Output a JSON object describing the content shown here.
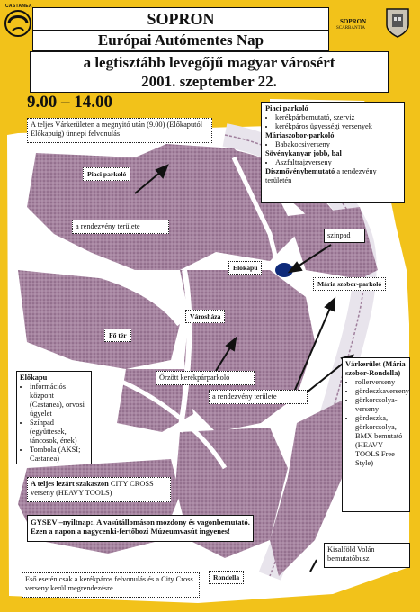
{
  "header": {
    "city": "SOPRON",
    "event": "Európai Autómentes Nap",
    "subtitle_line1": "a legtisztább levegőjű magyar városért",
    "subtitle_line2": "2001. szeptember 22.",
    "time": "9.00 – 14.00"
  },
  "logos": {
    "left_text": "CASTANEA",
    "right_line1": "SOPRON",
    "right_line2": "SCARBANTIA"
  },
  "top_notice": "A teljes Várkerületen a megnyitó után (9.00) (Előkaputól Előkapuig) ünnepi felvonulás",
  "piaci_box": {
    "heading": "Piaci parkoló",
    "items": [
      "kerékpárbemutató, szerviz",
      "kerékpáros ügyességi versenyek"
    ],
    "maria_heading": "Máriaszobor-parkoló",
    "maria_items": [
      "Babakocsiverseny"
    ],
    "soveny_heading": "Sövénykanyar jobb, bal",
    "soveny_items": [
      "Aszfaltrajzverseny"
    ],
    "disz_heading": "Díszmővénybemutató",
    "disz_text": "a rendezvény területén"
  },
  "map_labels": {
    "piaci_parkolo": "Piaci parkoló",
    "rendezveny_terulete": "a rendezvény területe",
    "szinpad": "színpad",
    "elokapu": "Előkapu",
    "maria_szobor_parkolo": "Mária szobor-parkoló",
    "varoshaza": "Városháza",
    "fo_ter": "Fő tér",
    "orzott": "Őrzött kerékpárparkoló",
    "rendezveny_terulete_2": "a rendezvény területe",
    "rondella": "Rondella"
  },
  "elokapu_box": {
    "heading": "Előkapu",
    "items": [
      "információs központ (Castanea), orvosi ügyelet",
      "Színpad (együttesek, táncosok, ének)",
      "Tombola (AKSI; Castanea)"
    ]
  },
  "varkerulet_box": {
    "heading": "Várkerület (Mária szobor-Rondella)",
    "items": [
      "rollerverseny",
      "gördeszkaverseny",
      "görkorcsolya-verseny",
      "gördeszka, görkorcsolya, BMX bemutató (HEAVY TOOLS Free Style)"
    ]
  },
  "city_cross": {
    "prefix": "A teljes lezárt szakaszon",
    "text": "CITY CROSS verseny (HEAVY TOOLS)"
  },
  "gysev": "GYSEV –nyiltnap:. A vasútállomáson mozdony és vagonbemutató. Ezen a napon a nagycenki-fertőbozi Múzeumvasút ingyenes!",
  "kisalfold": "Kisalföld Volán bemutatóbusz",
  "rain_note": "Eső esetén csak a kerékpáros felvonulás és a City Cross verseny kerül megrendezésre."
}
